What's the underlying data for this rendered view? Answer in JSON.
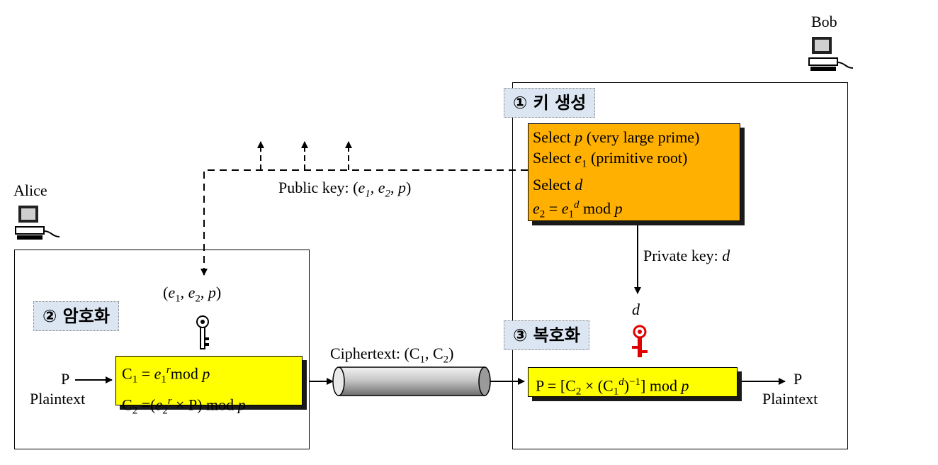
{
  "bob": {
    "name": "Bob"
  },
  "alice": {
    "name": "Alice"
  },
  "steps": {
    "keygen": "① 키 생성",
    "encrypt": "② 암호화",
    "decrypt": "③ 복호화"
  },
  "keygen_box": {
    "line1_a": "Select ",
    "line1_var": "p",
    "line1_b": " (very large prime)",
    "line2_a": "Select ",
    "line2_var": "e",
    "line2_sub": "1",
    "line2_b": " (primitive root)",
    "line3_a": "Select ",
    "line3_var": "d",
    "line4_var1": "e",
    "line4_sub1": "2",
    "line4_eq": " = ",
    "line4_var2": "e",
    "line4_sub2": "1",
    "line4_sup": "d",
    "line4_mod": " mod ",
    "line4_p": "p"
  },
  "public_key_label": {
    "text": "Public key: (",
    "e1": "e",
    "s1": "1",
    "comma1": ", ",
    "e2": "e",
    "s2": "2",
    "comma2": ", ",
    "p": "p",
    "close": ")"
  },
  "private_key_label": {
    "text": "Private key: ",
    "d": "d"
  },
  "alice_key": {
    "open": "(",
    "e1": "e",
    "s1": "1",
    "comma1": ", ",
    "e2": "e",
    "s2": "2",
    "comma2": ", ",
    "p": "p",
    "close": ")"
  },
  "bob_d": "d",
  "encrypt_box": {
    "c1": "C",
    "c1s": "1",
    "c1eq": " = ",
    "e1": "e",
    "e1s": "1",
    "r1": "r",
    "mod1": "mod ",
    "p1": "p",
    "c2": "C",
    "c2s": "2",
    "c2eq": " =(",
    "e2": "e",
    "e2s": "2",
    "r2": "r",
    "times": " × P) mod ",
    "p2": "p"
  },
  "decrypt_box": {
    "a": "P = [C",
    "as": "2",
    "b": " × (C",
    "bs": "1",
    "bsup": "d",
    "c": ")",
    "csup": "−1",
    "d": "] mod ",
    "p": "p"
  },
  "ciphertext_label": {
    "a": "Ciphertext: (C",
    "s1": "1",
    "b": ", C",
    "s2": "2",
    "c": ")"
  },
  "alice_plain": {
    "p": "P",
    "word": "Plaintext"
  },
  "bob_plain": {
    "p": "P",
    "word": "Plaintext"
  }
}
